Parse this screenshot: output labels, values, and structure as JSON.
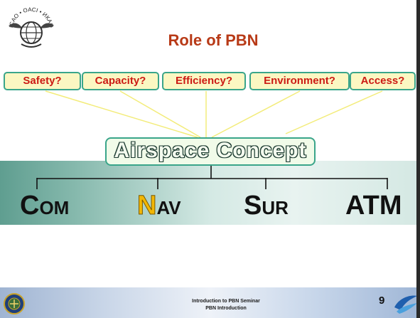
{
  "slide": {
    "title": "Role of PBN",
    "logo": {
      "icon": "icao-emblem-icon",
      "arc_text": "ICAO • OACI • ИКАО"
    },
    "questions": [
      "Safety?",
      "Capacity?",
      "Efficiency?",
      "Environment?",
      "Access?"
    ],
    "concept": "Airspace Concept",
    "functions": [
      {
        "big": "C",
        "small": "OM"
      },
      {
        "big": "N",
        "small": "AV"
      },
      {
        "big": "S",
        "small": "UR"
      },
      {
        "big": "ATM",
        "small": ""
      }
    ]
  },
  "footer": {
    "line1": "Introduction to PBN Seminar",
    "line2": "PBN Introduction",
    "page_number": "9",
    "left_icon": "faa-seal-icon",
    "right_icon": "swirl-logo-icon"
  },
  "colors": {
    "title": "#b83a17",
    "question_text": "#cc1a14",
    "question_fill": "#fbf7c2",
    "box_border": "#3aa58a",
    "connector_lines": "#f3ec7a",
    "nav_highlight": "#f2b705"
  }
}
